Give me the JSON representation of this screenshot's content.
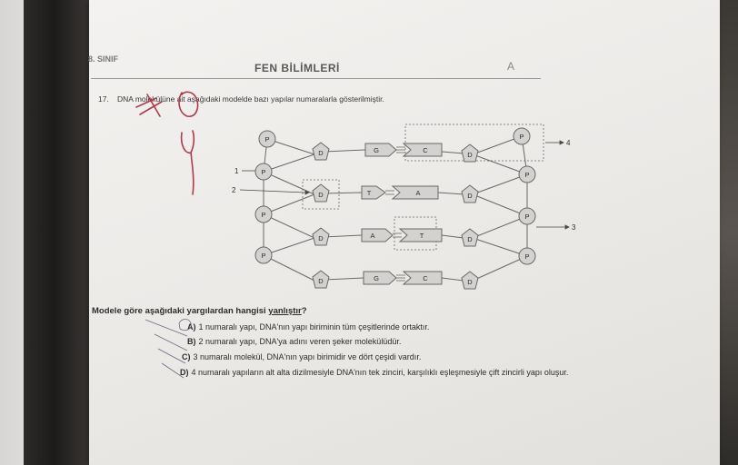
{
  "header": {
    "grade": "8. SINIF",
    "subject": "FEN BİLİMLERİ",
    "booklet": "A"
  },
  "question": {
    "number": "17.",
    "text": "DNA molekülüne ait aşağıdaki modelde bazı yapılar numaralarla gösterilmiştir.",
    "stem_before": "Modele göre aşağıdaki yargılardan hangisi ",
    "stem_emph": "yanlıştır",
    "stem_after": "?",
    "options": [
      {
        "letter": "A)",
        "text": "1 numaralı yapı, DNA'nın yapı biriminin tüm çeşitlerinde ortaktır."
      },
      {
        "letter": "B)",
        "text": "2 numaralı yapı, DNA'ya adını veren şeker molekülüdür."
      },
      {
        "letter": "C)",
        "text": "3 numaralı molekül, DNA'nın yapı birimidir ve dört çeşidi vardır."
      },
      {
        "letter": "D)",
        "text": "4 numaralı yapıların alt alta dizilmesiyle DNA'nın tek zinciri, karşılıklı eşleşmesiyle çift zincirli yapı oluşur."
      }
    ]
  },
  "diagram": {
    "phosphate": "P",
    "sugar": "D",
    "pointers": [
      "1",
      "2",
      "3",
      "4"
    ],
    "left_bases": [
      "G",
      "T",
      "A",
      "G"
    ],
    "right_bases": [
      "C",
      "A",
      "T",
      "C"
    ]
  }
}
